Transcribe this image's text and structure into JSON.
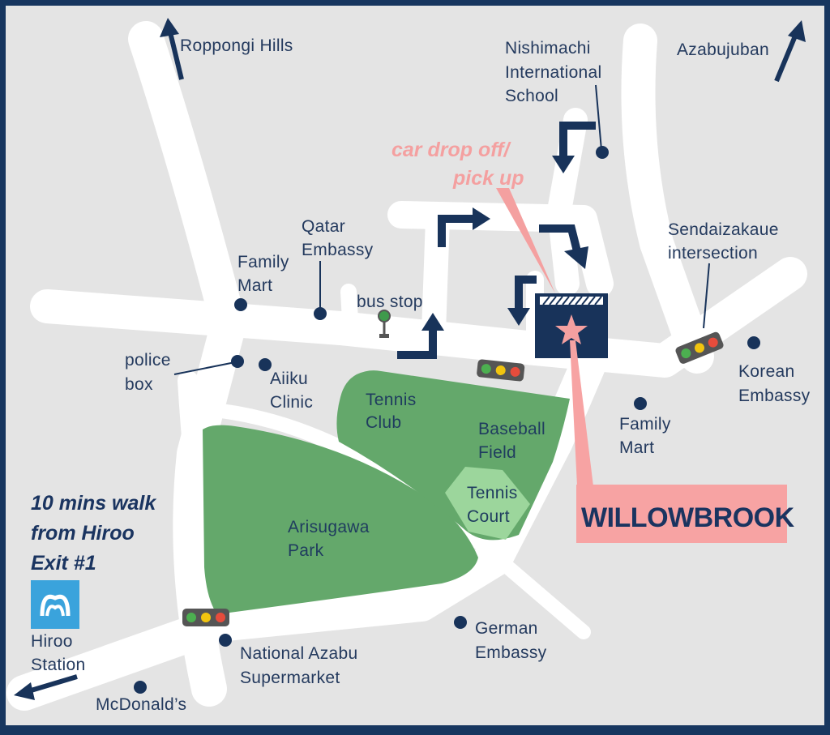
{
  "map": {
    "colors": {
      "frame": "#17365f",
      "background": "#e4e4e4",
      "road": "#ffffff",
      "park": "#64a86b",
      "court": "#9cd69c",
      "navy": "#18335a",
      "accent_pink": "#f4a0a0",
      "label_bg_pink": "#f7a3a3"
    },
    "labels": {
      "roppongi_hills": "Roppongi Hills",
      "azabujuban": "Azabujuban",
      "nishimachi_1": "Nishimachi",
      "nishimachi_2": "International",
      "nishimachi_3": "School",
      "car_drop_1": "car drop off/",
      "car_drop_2": "pick up",
      "qatar_1": "Qatar",
      "qatar_2": "Embassy",
      "family_mart_nw_1": "Family",
      "family_mart_nw_2": "Mart",
      "bus_stop": "bus stop",
      "sendaizaka_1": "Sendaizakaue",
      "sendaizaka_2": "intersection",
      "police_1": "police",
      "police_2": "box",
      "aiiku_1": "Aiiku",
      "aiiku_2": "Clinic",
      "korean_1": "Korean",
      "korean_2": "Embassy",
      "family_mart_e_1": "Family",
      "family_mart_e_2": "Mart",
      "tennis_club_1": "Tennis",
      "tennis_club_2": "Club",
      "baseball_1": "Baseball",
      "baseball_2": "Field",
      "tennis_court_1": "Tennis",
      "tennis_court_2": "Court",
      "arisugawa_1": "Arisugawa",
      "arisugawa_2": "Park",
      "walk_1": "10 mins walk",
      "walk_2": "from Hiroo",
      "walk_3": "Exit #1",
      "hiroo_1": "Hiroo",
      "hiroo_2": "Station",
      "national_azabu_1": "National Azabu",
      "national_azabu_2": "Supermarket",
      "german_1": "German",
      "german_2": "Embassy",
      "mcdonalds": "McDonald’s",
      "willowbrook": "WILLOWBROOK"
    },
    "icons": {
      "destination": "star-icon",
      "traffic_light": "traffic-light-icon",
      "station": "metro-icon",
      "bus_stop": "bus-stop-icon",
      "direction": "arrow-icon"
    }
  }
}
